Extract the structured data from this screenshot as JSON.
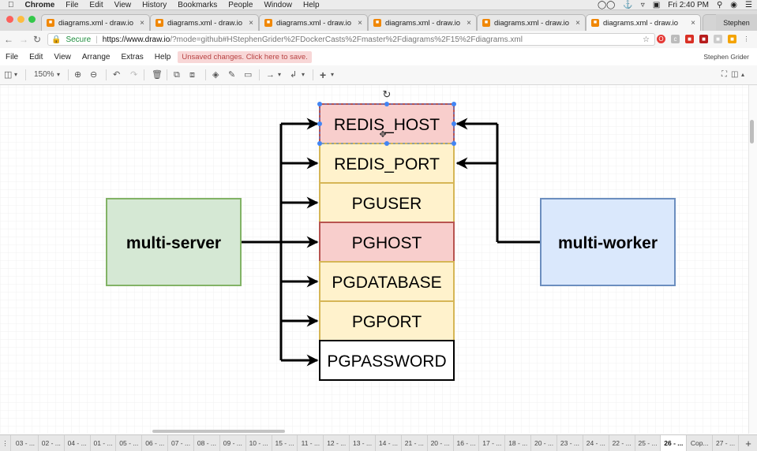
{
  "macos_menubar": {
    "app": "Chrome",
    "items": [
      "File",
      "Edit",
      "View",
      "History",
      "Bookmarks",
      "People",
      "Window",
      "Help"
    ],
    "clock": "Fri 2:40 PM"
  },
  "browser": {
    "tabs": [
      {
        "title": "diagrams.xml - draw.io",
        "active": false
      },
      {
        "title": "diagrams.xml - draw.io",
        "active": false
      },
      {
        "title": "diagrams.xml - draw.io",
        "active": false
      },
      {
        "title": "diagrams.xml - draw.io",
        "active": false
      },
      {
        "title": "diagrams.xml - draw.io",
        "active": false
      },
      {
        "title": "diagrams.xml - draw.io",
        "active": true
      }
    ],
    "profile": "Stephen",
    "secure_label": "Secure",
    "url_host": "https://www.draw.io",
    "url_path": "/?mode=github#HStephenGrider%2FDockerCasts%2Fmaster%2Fdiagrams%2F15%2Fdiagrams.xml"
  },
  "app_menu": {
    "items": [
      "File",
      "Edit",
      "View",
      "Arrange",
      "Extras",
      "Help"
    ],
    "unsaved_notice": "Unsaved changes. Click here to save.",
    "user_name": "Stephen Grider"
  },
  "toolbar": {
    "zoom": "150%"
  },
  "diagram": {
    "left_box": "multi-server",
    "right_box": "multi-worker",
    "env_vars": [
      "REDIS_HOST",
      "REDIS_PORT",
      "PGUSER",
      "PGHOST",
      "PGDATABASE",
      "PGPORT",
      "PGPASSWORD"
    ],
    "colors": {
      "server_fill": "#d5e8d4",
      "server_stroke": "#82b366",
      "worker_fill": "#dae8fc",
      "worker_stroke": "#6c8ebf",
      "yellow_fill": "#fff2cc",
      "yellow_stroke": "#d6b656",
      "red_fill": "#f8cecc",
      "red_stroke": "#b85450",
      "selection": "#4285f4"
    }
  },
  "page_tabs": {
    "labels": [
      "03 - ...",
      "02 - ...",
      "04 - ...",
      "01 - ...",
      "05 - ...",
      "06 - ...",
      "07 - ...",
      "08 - ...",
      "09 - ...",
      "10 - ...",
      "15 - ...",
      "11 - ...",
      "12 - ...",
      "13 - ...",
      "14 - ...",
      "21 - ...",
      "20 - ...",
      "16 - ...",
      "17 - ...",
      "18 - ...",
      "20 - ...",
      "23 - ...",
      "24 - ...",
      "22 - ...",
      "25 - ...",
      "26 - ...",
      "Cop...",
      "27 - ..."
    ],
    "active_index": 25
  }
}
